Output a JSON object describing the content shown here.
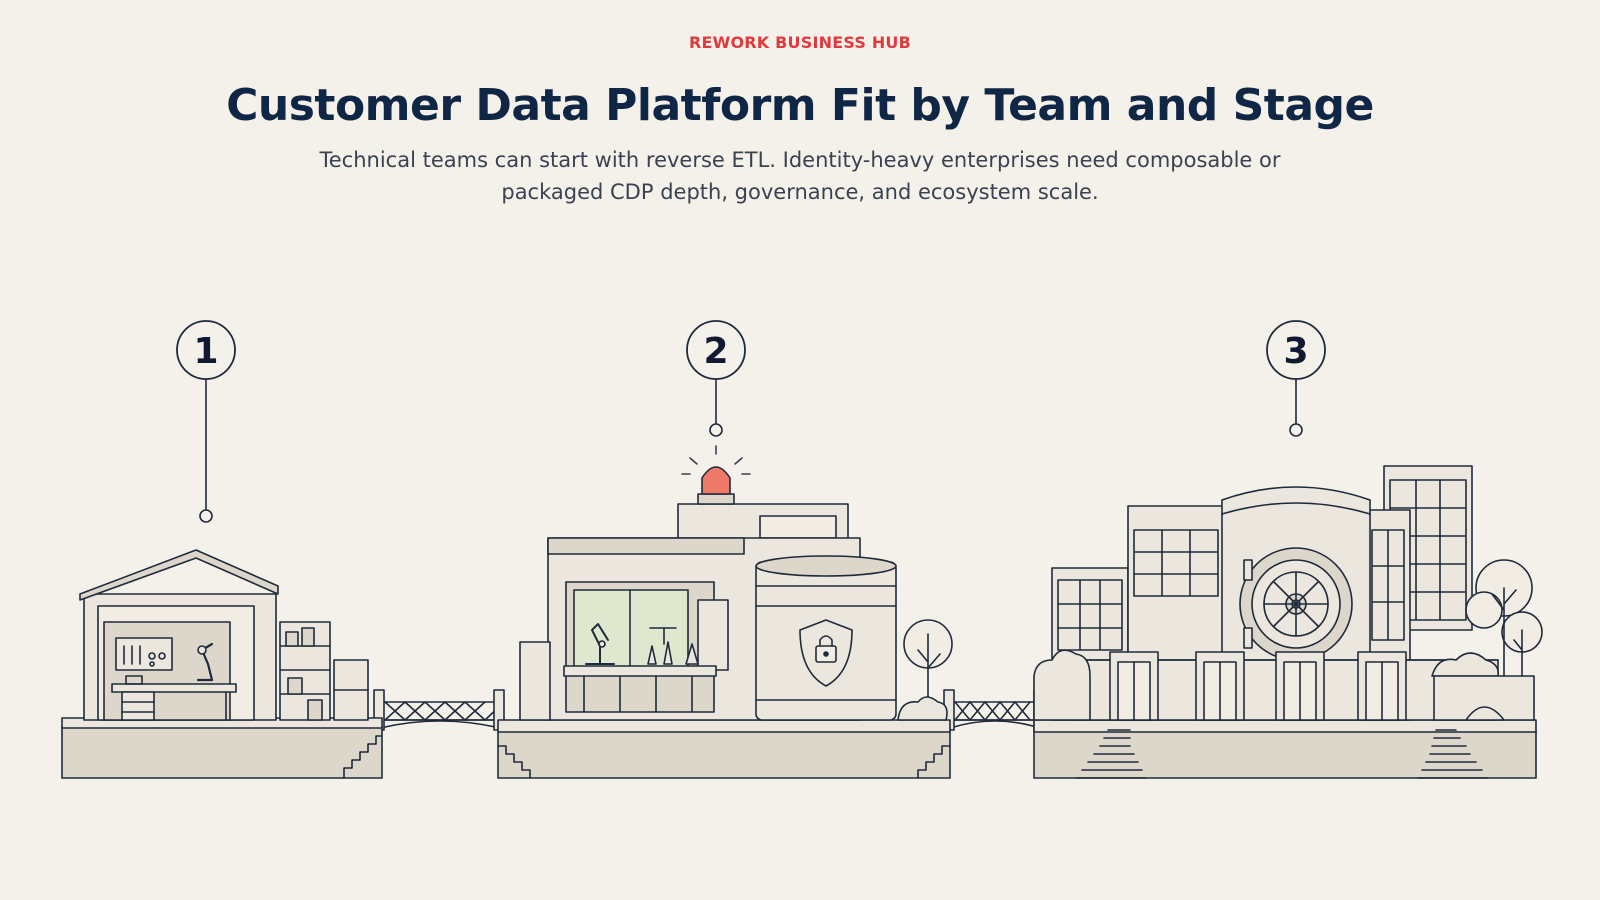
{
  "header": {
    "eyebrow": "REWORK BUSINESS HUB",
    "title": "Customer Data Platform Fit by Team and Stage",
    "subtitle": "Technical teams can start with reverse ETL. Identity-heavy enterprises need composable or packaged CDP depth, governance, and ecosystem scale."
  },
  "stages": [
    {
      "number": "1",
      "icon": "workshop-garage-icon"
    },
    {
      "number": "2",
      "icon": "laboratory-with-shield-vault-icon"
    },
    {
      "number": "3",
      "icon": "bank-vault-campus-icon"
    }
  ],
  "colors": {
    "background": "#f4f1ea",
    "eyebrow": "#e03a3e",
    "title": "#0f2645",
    "subtitle": "#3a4150",
    "line": "#1f2a3a",
    "fill": "#ece7de",
    "shade": "#ddd6cb",
    "alarm": "#f07a6a",
    "glass": "#dfe8cf"
  }
}
